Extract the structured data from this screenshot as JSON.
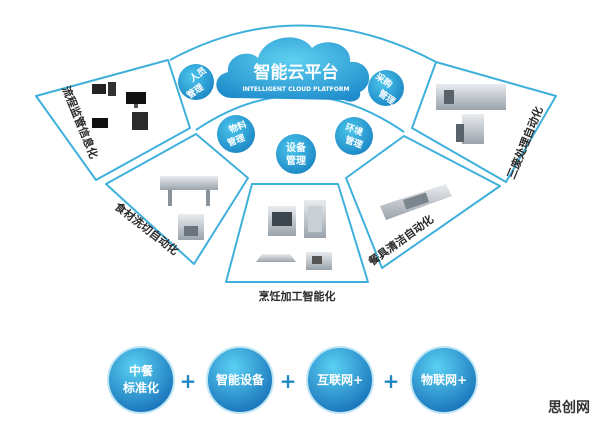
{
  "cloud": {
    "title": "智能云平台",
    "subtitle": "INTELLIGENT CLOUD PLATFORM"
  },
  "nodes": {
    "personnel": [
      "人员",
      "管理"
    ],
    "procurement": [
      "采购",
      "管理"
    ],
    "material": [
      "物料",
      "管理"
    ],
    "equipment": [
      "设备",
      "管理"
    ],
    "environment": [
      "环境",
      "管理"
    ]
  },
  "sections": {
    "process_info": "流程监管信息化",
    "food_cutting": "食材洗切自动化",
    "cooking": "烹饪加工智能化",
    "tableware": "餐具清洁自动化",
    "waste": "三废处理自动化"
  },
  "bottom": {
    "items": [
      [
        "中餐",
        "标准化"
      ],
      [
        "智能设备"
      ],
      [
        "互联网+"
      ],
      [
        "物联网+"
      ]
    ],
    "plus": "+"
  },
  "watermark": "思创网",
  "colors": {
    "accent": "#2aa0d4",
    "line": "#3fb0dc",
    "circle_dark": "#1f86c6",
    "circle_light": "#39b7e2"
  }
}
